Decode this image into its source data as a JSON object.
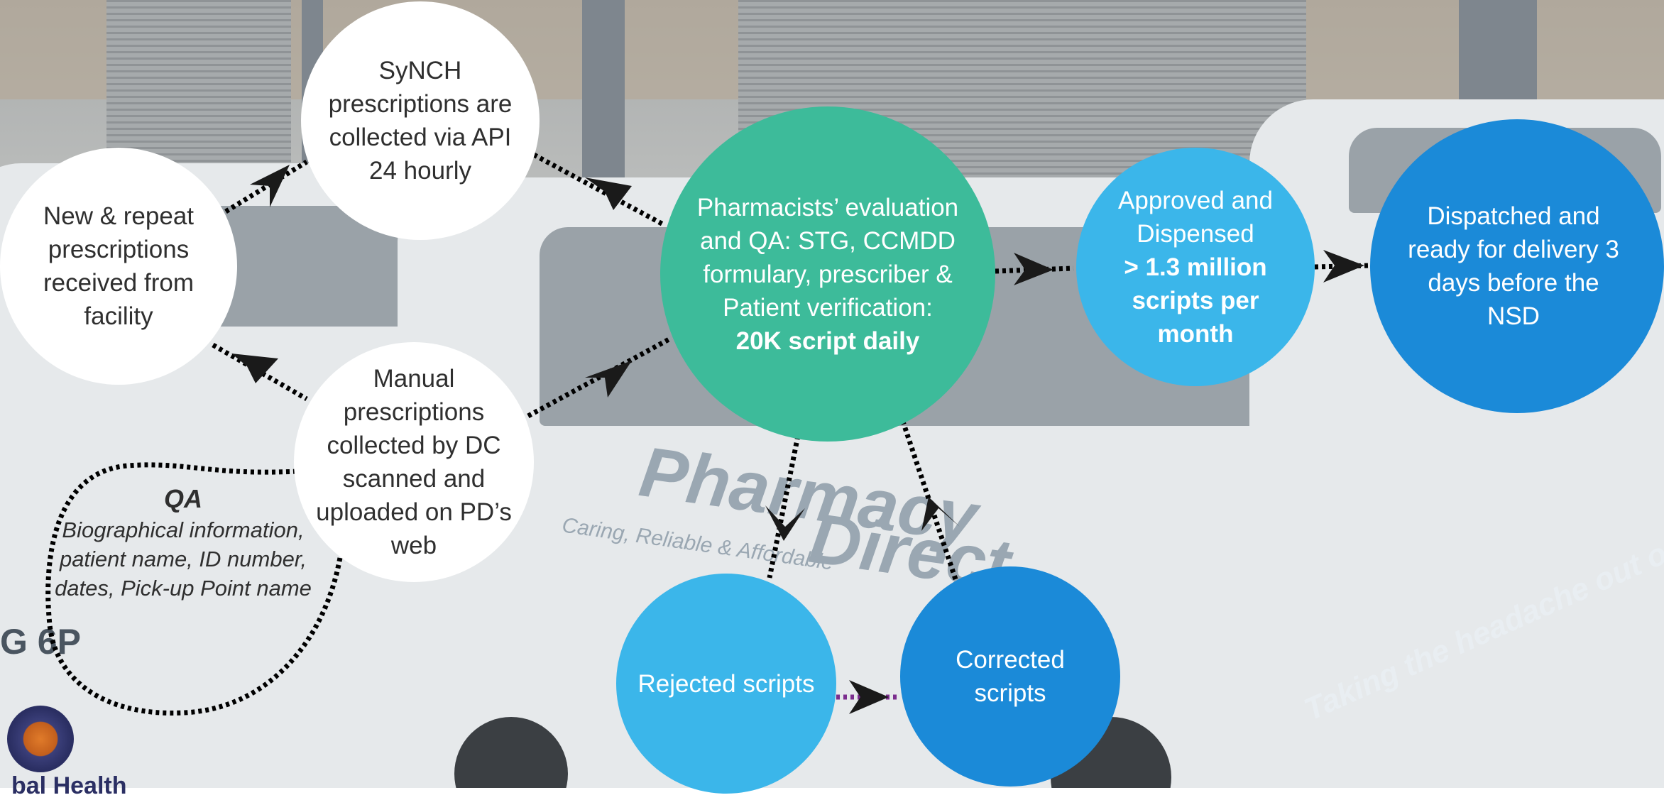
{
  "nodes": {
    "new_repeat": "New & repeat prescriptions received from facility",
    "synch": "SyNCH prescriptions are collected via API 24 hourly",
    "manual": "Manual prescriptions collected by DC scanned and uploaded on PD’s web",
    "pharmacists": "Pharmacists’ evaluation and QA: STG, CCMDD formulary, prescriber & Patient verification:",
    "pharmacists_bold": "20K script daily",
    "approved": "Approved and Dispensed",
    "approved_bold": "> 1.3 million scripts per month",
    "dispatched": "Dispatched and ready for delivery 3 days before the NSD",
    "rejected": "Rejected scripts",
    "corrected": "Corrected scripts"
  },
  "qa_note": {
    "title": "QA",
    "body": "Biographical information, patient name, ID number, dates, Pick-up Point name"
  },
  "background": {
    "van_text_1": "Pharmacy",
    "van_text_2": "Direct",
    "van_tagline": "Caring, Reliable & Affordable",
    "slogan": "Taking the headache out of receiving your",
    "plate": "G 6P",
    "logo_text": "bal Health"
  },
  "colors": {
    "green": "#3dbb9a",
    "light_blue": "#3bb6ea",
    "dark_blue": "#1b8ad8",
    "white": "#ffffff",
    "connector": "#000000",
    "connector_accent": "#7b2d8e"
  }
}
